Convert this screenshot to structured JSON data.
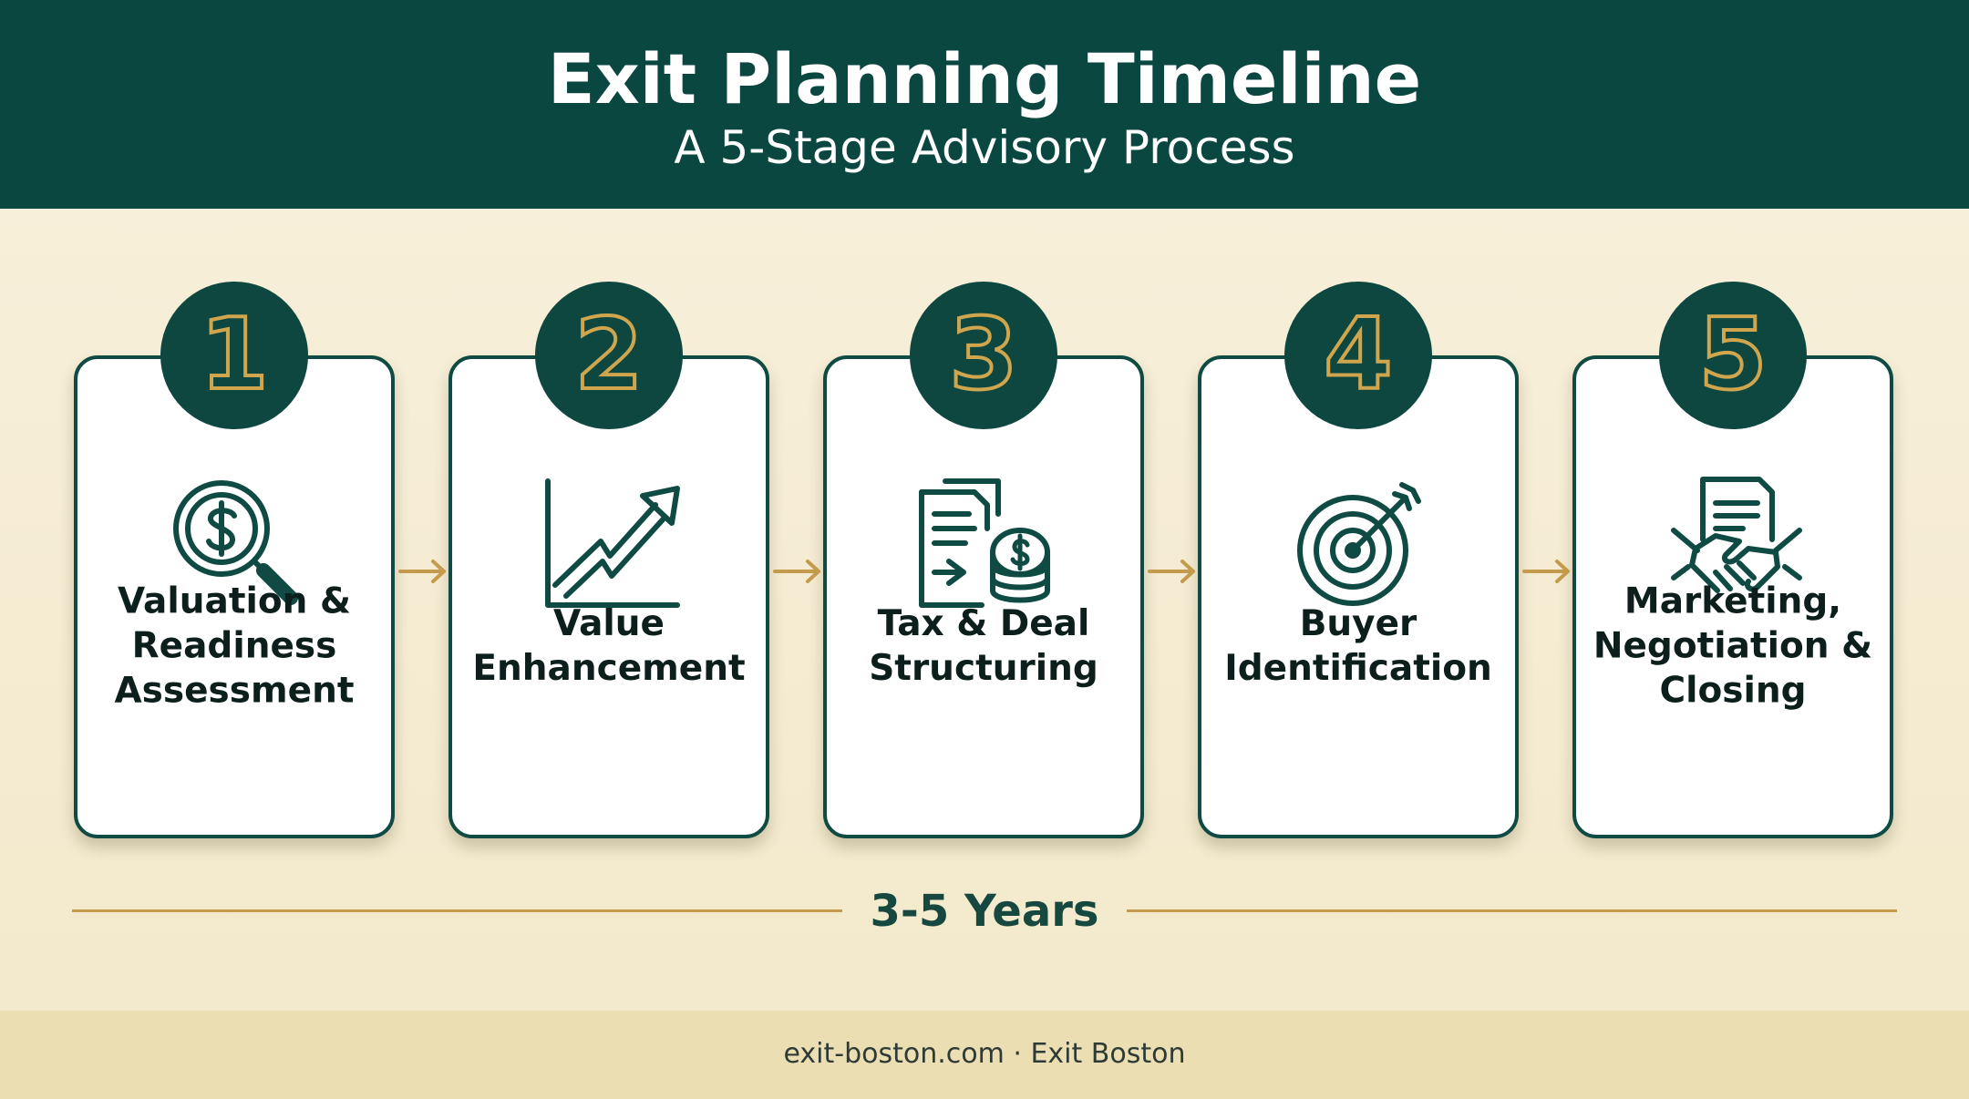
{
  "header": {
    "title": "Exit Planning Timeline",
    "subtitle": "A 5-Stage Advisory Process"
  },
  "stages": [
    {
      "number": "1",
      "label": "Valuation & Readiness Assessment",
      "icon": "magnifier-dollar-icon"
    },
    {
      "number": "2",
      "label": "Value Enhancement",
      "icon": "growth-chart-icon"
    },
    {
      "number": "3",
      "label": "Tax & Deal Structuring",
      "icon": "document-coins-icon"
    },
    {
      "number": "4",
      "label": "Buyer Identification",
      "icon": "target-arrow-icon"
    },
    {
      "number": "5",
      "label": "Marketing, Negotiation & Closing",
      "icon": "handshake-document-icon"
    }
  ],
  "timeline": {
    "label": "3-5 Years"
  },
  "footer": {
    "text": "exit-boston.com · Exit Boston"
  },
  "colors": {
    "header_bg": "#0b4741",
    "accent_gold": "#c49b4c",
    "card_border": "#0f4a43",
    "background": "#f5ecd2"
  }
}
